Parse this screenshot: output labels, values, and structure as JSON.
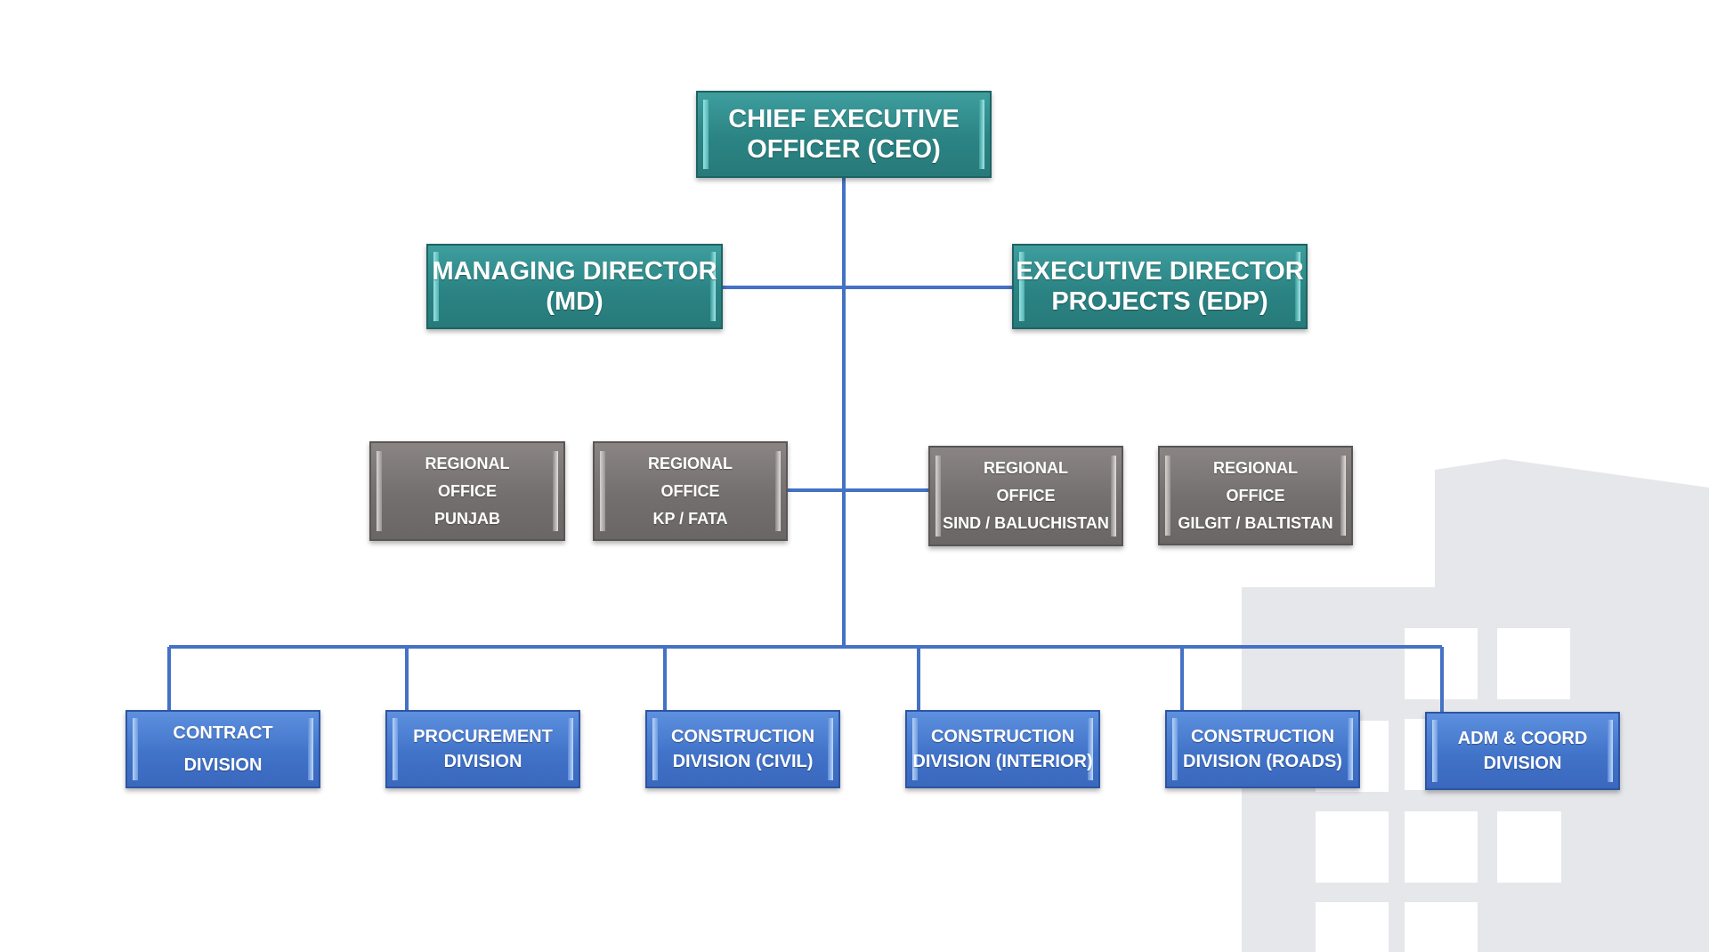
{
  "org_chart": {
    "ceo": {
      "lines": [
        "CHIEF EXECUTIVE",
        "OFFICER (CEO)"
      ]
    },
    "directors": [
      {
        "lines": [
          "MANAGING DIRECTOR",
          "(MD)"
        ]
      },
      {
        "lines": [
          "EXECUTIVE DIRECTOR",
          "PROJECTS (EDP)"
        ]
      }
    ],
    "regional_offices": [
      {
        "lines": [
          "REGIONAL",
          "OFFICE",
          "PUNJAB"
        ]
      },
      {
        "lines": [
          "REGIONAL",
          "OFFICE",
          "KP / FATA"
        ]
      },
      {
        "lines": [
          "REGIONAL",
          "OFFICE",
          "SIND / BALUCHISTAN"
        ]
      },
      {
        "lines": [
          "REGIONAL",
          "OFFICE",
          "GILGIT / BALTISTAN"
        ]
      }
    ],
    "divisions": [
      {
        "lines": [
          "CONTRACT",
          "DIVISION"
        ]
      },
      {
        "lines": [
          "PROCUREMENT",
          "DIVISION"
        ]
      },
      {
        "lines": [
          "CONSTRUCTION",
          "DIVISION (CIVIL)"
        ]
      },
      {
        "lines": [
          "CONSTRUCTION",
          "DIVISION (INTERIOR)"
        ]
      },
      {
        "lines": [
          "CONSTRUCTION",
          "DIVISION (ROADS)"
        ]
      },
      {
        "lines": [
          "ADM & COORD",
          "DIVISION"
        ]
      }
    ]
  },
  "colors": {
    "executive_box": "#2b8383",
    "regional_box": "#746f6f",
    "division_box": "#4173c9",
    "connector": "#4472c4",
    "watermark": "#e4e5e8"
  }
}
